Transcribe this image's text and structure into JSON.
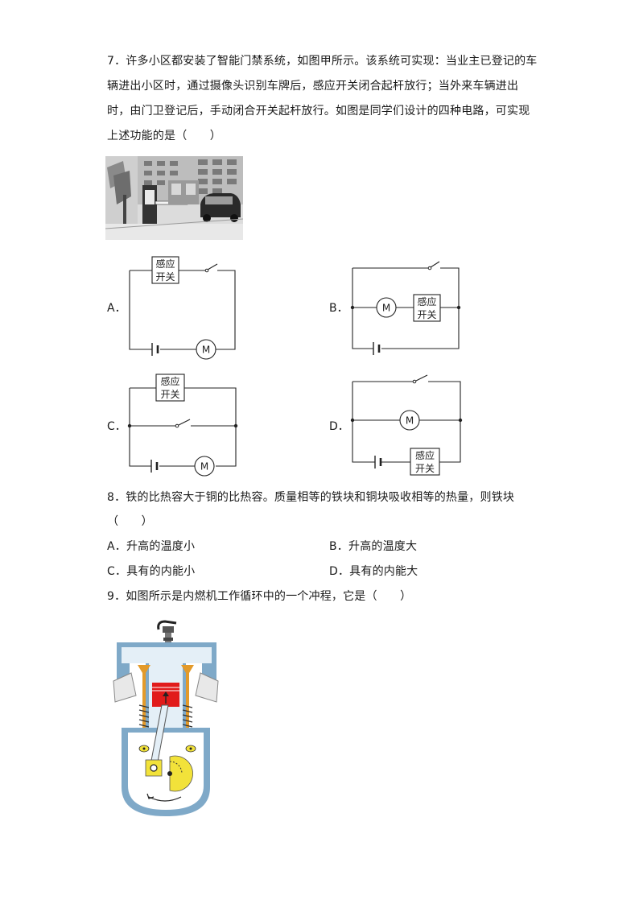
{
  "q7": {
    "lines": [
      "7．许多小区都安装了智能门禁系统，如图甲所示。该系统可实现：当业主已登记的车",
      "辆进出小区时，通过摄像头识别车牌后，感应开关闭合起杆放行；当外来车辆进出",
      "时，由门卫登记后，手动闭合开关起杆放行。如图是同学们设计的四种电路，可实现",
      "上述功能的是（　　）"
    ],
    "options": {
      "A": "A．",
      "B": "B．",
      "C": "C．",
      "D": "D．"
    },
    "sensor_label_line1": "感应",
    "sensor_label_line2": "开关",
    "motor_label": "M"
  },
  "q8": {
    "line1": "8．铁的比热容大于铜的比热容。质量相等的铁块和铜块吸收相等的热量，则铁块",
    "line2": "（　　）",
    "options": {
      "A": "A．升高的温度小",
      "B": "B．升高的温度大",
      "C": "C．具有的内能小",
      "D": "D．具有的内能大"
    }
  },
  "q9": {
    "line1": "9．如图所示是内燃机工作循环中的一个冲程，它是（　　）"
  },
  "colors": {
    "text": "#1a1a1a",
    "engine_blue": "#7fa9c8",
    "engine_light": "#e4eff7",
    "valve_orange": "#e39a2a",
    "piston_red": "#e11b1b",
    "crank_yellow": "#f2e23a"
  }
}
